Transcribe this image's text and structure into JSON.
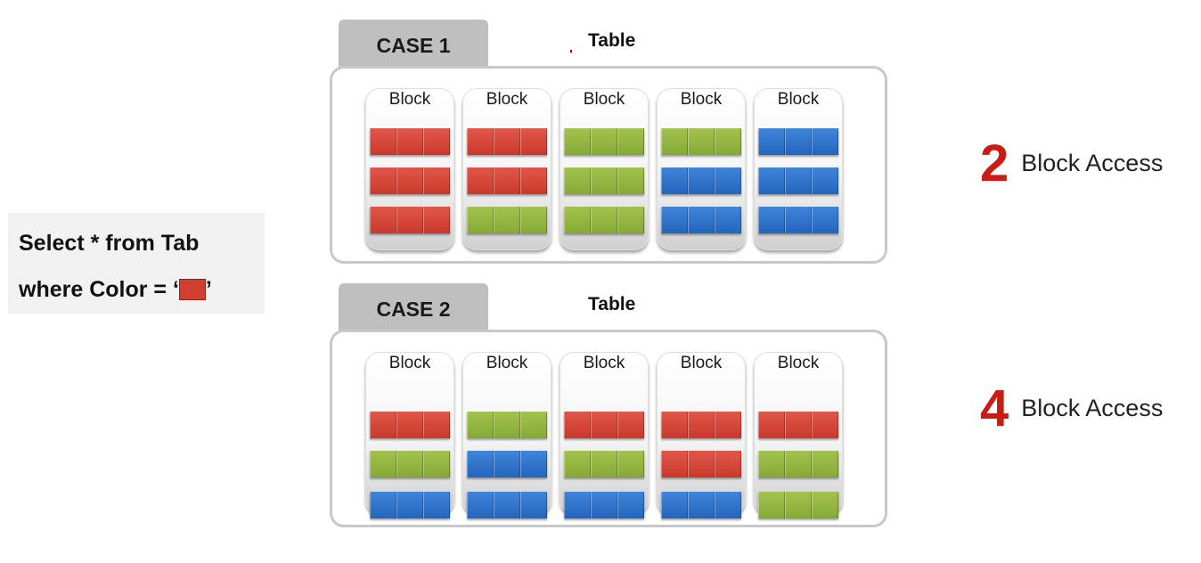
{
  "query": {
    "line1": "Select * from Tab",
    "line2_prefix": "where Color = ‘",
    "line2_suffix": "’",
    "swatch_color": "#cf4030"
  },
  "colors": {
    "red": "#cf4030",
    "green": "#94b341",
    "blue": "#2f74cc"
  },
  "cases": [
    {
      "tab": "CASE 1",
      "table_label": "Table",
      "block_label": "Block",
      "blocks": [
        [
          "red",
          "red",
          "red"
        ],
        [
          "red",
          "red",
          "green"
        ],
        [
          "green",
          "green",
          "green"
        ],
        [
          "green",
          "blue",
          "blue"
        ],
        [
          "blue",
          "blue",
          "blue"
        ]
      ],
      "result": {
        "count": "2",
        "label": "Block Access"
      }
    },
    {
      "tab": "CASE 2",
      "table_label": "Table",
      "block_label": "Block",
      "blocks": [
        [
          "red",
          "green",
          "blue"
        ],
        [
          "green",
          "blue",
          "blue"
        ],
        [
          "red",
          "green",
          "blue"
        ],
        [
          "red",
          "red",
          "blue"
        ],
        [
          "red",
          "green",
          "green"
        ]
      ],
      "result": {
        "count": "4",
        "label": "Block Access"
      }
    }
  ]
}
